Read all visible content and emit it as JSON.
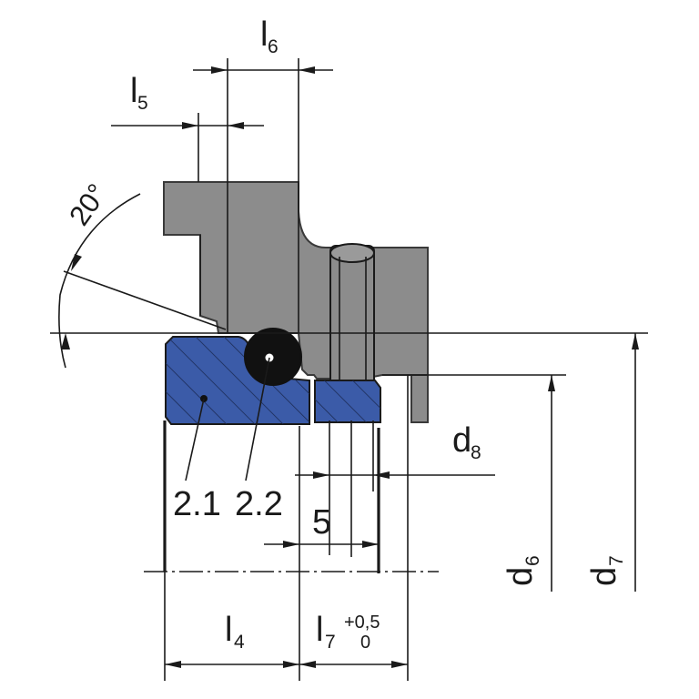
{
  "colors": {
    "housing_fill": "#8c8c8c",
    "housing_edge": "#3a3a3a",
    "ring_fill": "#3b5ba8",
    "ring_hatch": "#1b2b55",
    "oring_fill": "#111111",
    "line": "#1a1a1a",
    "background": "#ffffff"
  },
  "labels": {
    "l6": {
      "main": "l",
      "sub": "6"
    },
    "l5": {
      "main": "l",
      "sub": "5"
    },
    "angle": "20°",
    "d8": {
      "main": "d",
      "sub": "8"
    },
    "part_ring": "2.1",
    "part_oring": "2.2",
    "dim_5": "5",
    "d6": {
      "main": "d",
      "sub": "6"
    },
    "d7": {
      "main": "d",
      "sub": "7"
    },
    "l4": {
      "main": "l",
      "sub": "4"
    },
    "l7": {
      "main": "l",
      "sub": "7",
      "tol_upper": "+0,5",
      "tol_lower": "0"
    }
  }
}
